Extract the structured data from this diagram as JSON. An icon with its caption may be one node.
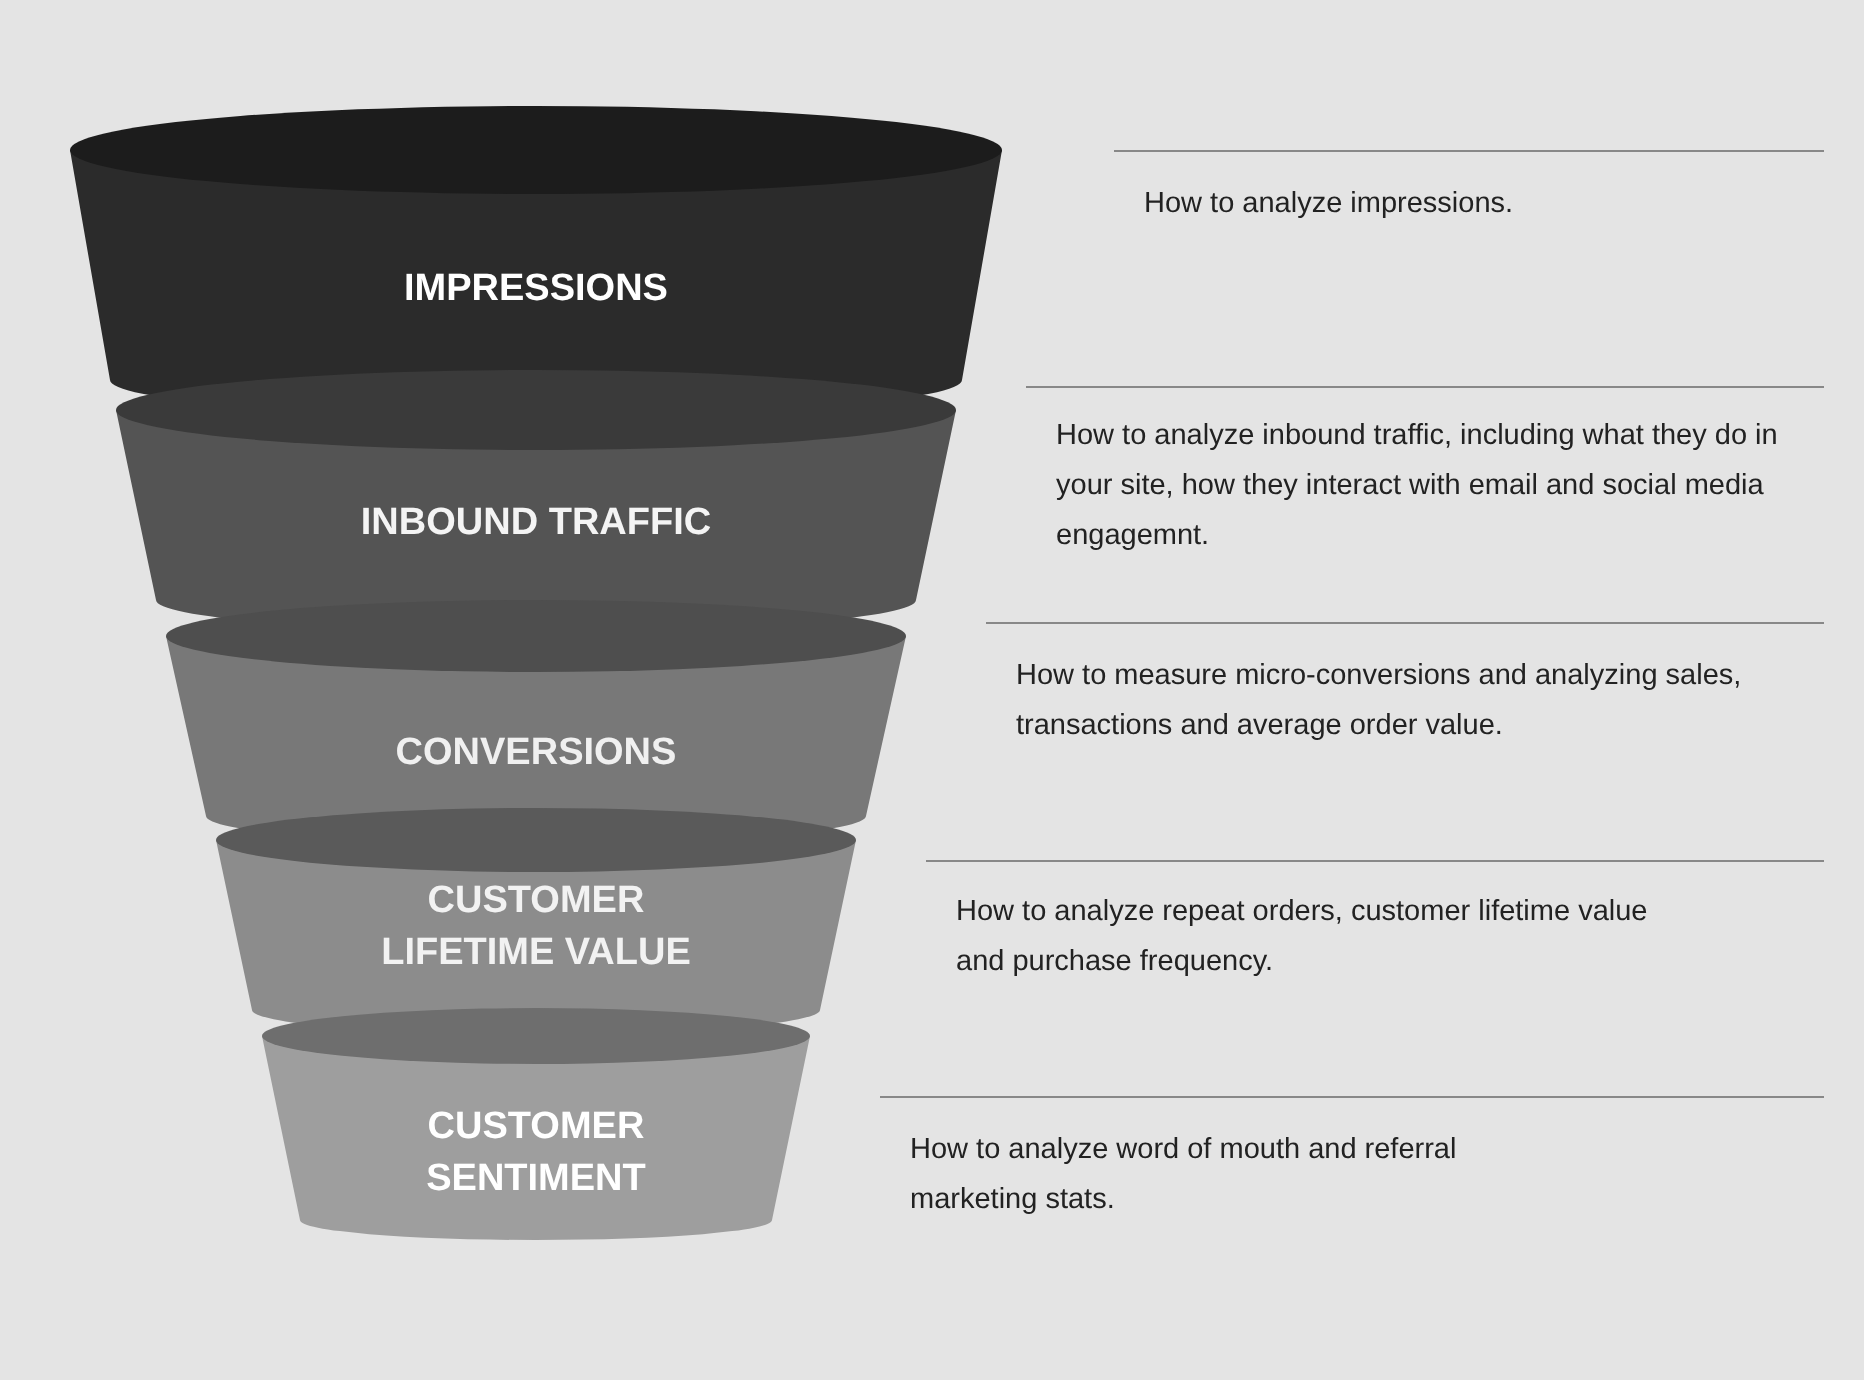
{
  "diagram": {
    "nodes": [
      {
        "text": [
          "IMPRESSIONS"
        ]
      },
      {
        "text": [
          "INBOUND TRAFFIC"
        ]
      },
      {
        "text": [
          "CONVERSIONS"
        ]
      },
      {
        "text": [
          "CUSTOMER LIFETIME VALUE"
        ]
      },
      {
        "text": [
          "CUSTOMER SENTIMENT"
        ]
      }
    ],
    "edges": [],
    "labels": [
      "How to analyze impressions.",
      "How to analyze inbound traffic, including what they do in your site, how they interact with email and social media engagemnt.",
      "How to measure micro-conversions and analyzing sales, transactions and average order value.",
      "How to analyze repeat orders, customer lifetime value and purchase frequency.",
      "How to analyze word of mouth and referral marketing stats."
    ]
  }
}
